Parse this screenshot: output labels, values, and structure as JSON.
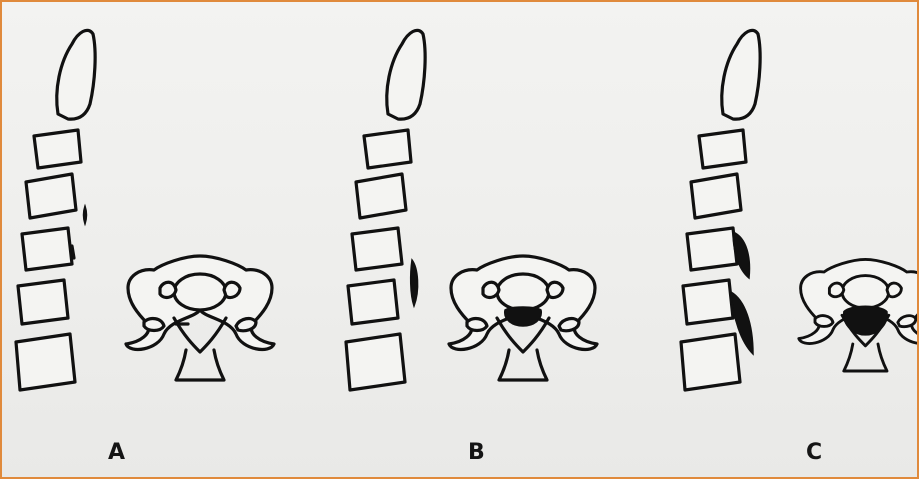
{
  "figure": {
    "colors": {
      "background": "#efefed",
      "ink": "#111111",
      "border": "#e08a3c"
    },
    "panels": [
      {
        "label": "A"
      },
      {
        "label": "B"
      },
      {
        "label": "C"
      }
    ]
  }
}
